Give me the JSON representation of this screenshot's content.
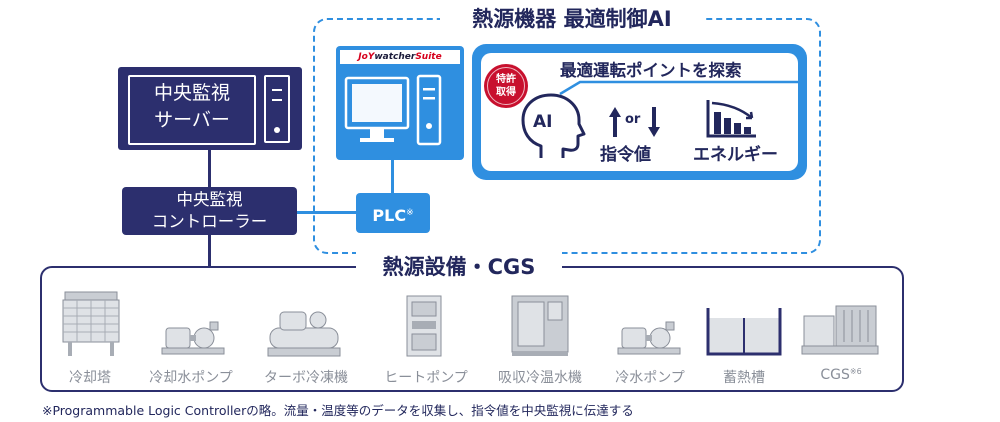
{
  "ai_zone": {
    "title": "熱源機器 最適制御AI"
  },
  "central_server": {
    "line1": "中央監視",
    "line2": "サーバー"
  },
  "central_controller": {
    "line1": "中央監視",
    "line2": "コントローラー"
  },
  "plc": {
    "label": "PLC",
    "mark": "※"
  },
  "joywatcher": {
    "logo_part1": "JoY",
    "logo_part2": "watcher",
    "logo_part3": "Suite"
  },
  "ai_panel": {
    "headline": "最適運転ポイントを探索",
    "badge_line1": "特許",
    "badge_line2": "取得",
    "ai_label": "AI",
    "or_label": "or",
    "setpoint_label": "指令値",
    "energy_label": "エネルギー"
  },
  "equipment": {
    "title": "熱源設備・CGS",
    "items": [
      {
        "label": "冷却塔",
        "icon": "cooling-tower-icon"
      },
      {
        "label": "冷却水ポンプ",
        "icon": "pump-icon"
      },
      {
        "label": "ターボ冷凍機",
        "icon": "turbo-chiller-icon"
      },
      {
        "label": "ヒートポンプ",
        "icon": "heat-pump-icon"
      },
      {
        "label": "吸収冷温水機",
        "icon": "absorption-chiller-icon"
      },
      {
        "label": "冷水ポンプ",
        "icon": "pump-icon"
      },
      {
        "label": "蓄熱槽",
        "icon": "storage-tank-icon"
      },
      {
        "label": "CGS",
        "sup": "※6",
        "icon": "cgs-icon"
      }
    ]
  },
  "footnote": "※Programmable Logic Controllerの略。流量・温度等のデータを収集し、指令値を中央監視に伝達する",
  "colors": {
    "navy": "#2c2f6e",
    "blue": "#2f8fe0",
    "red": "#c8102e",
    "gray": "#8a8f99"
  }
}
